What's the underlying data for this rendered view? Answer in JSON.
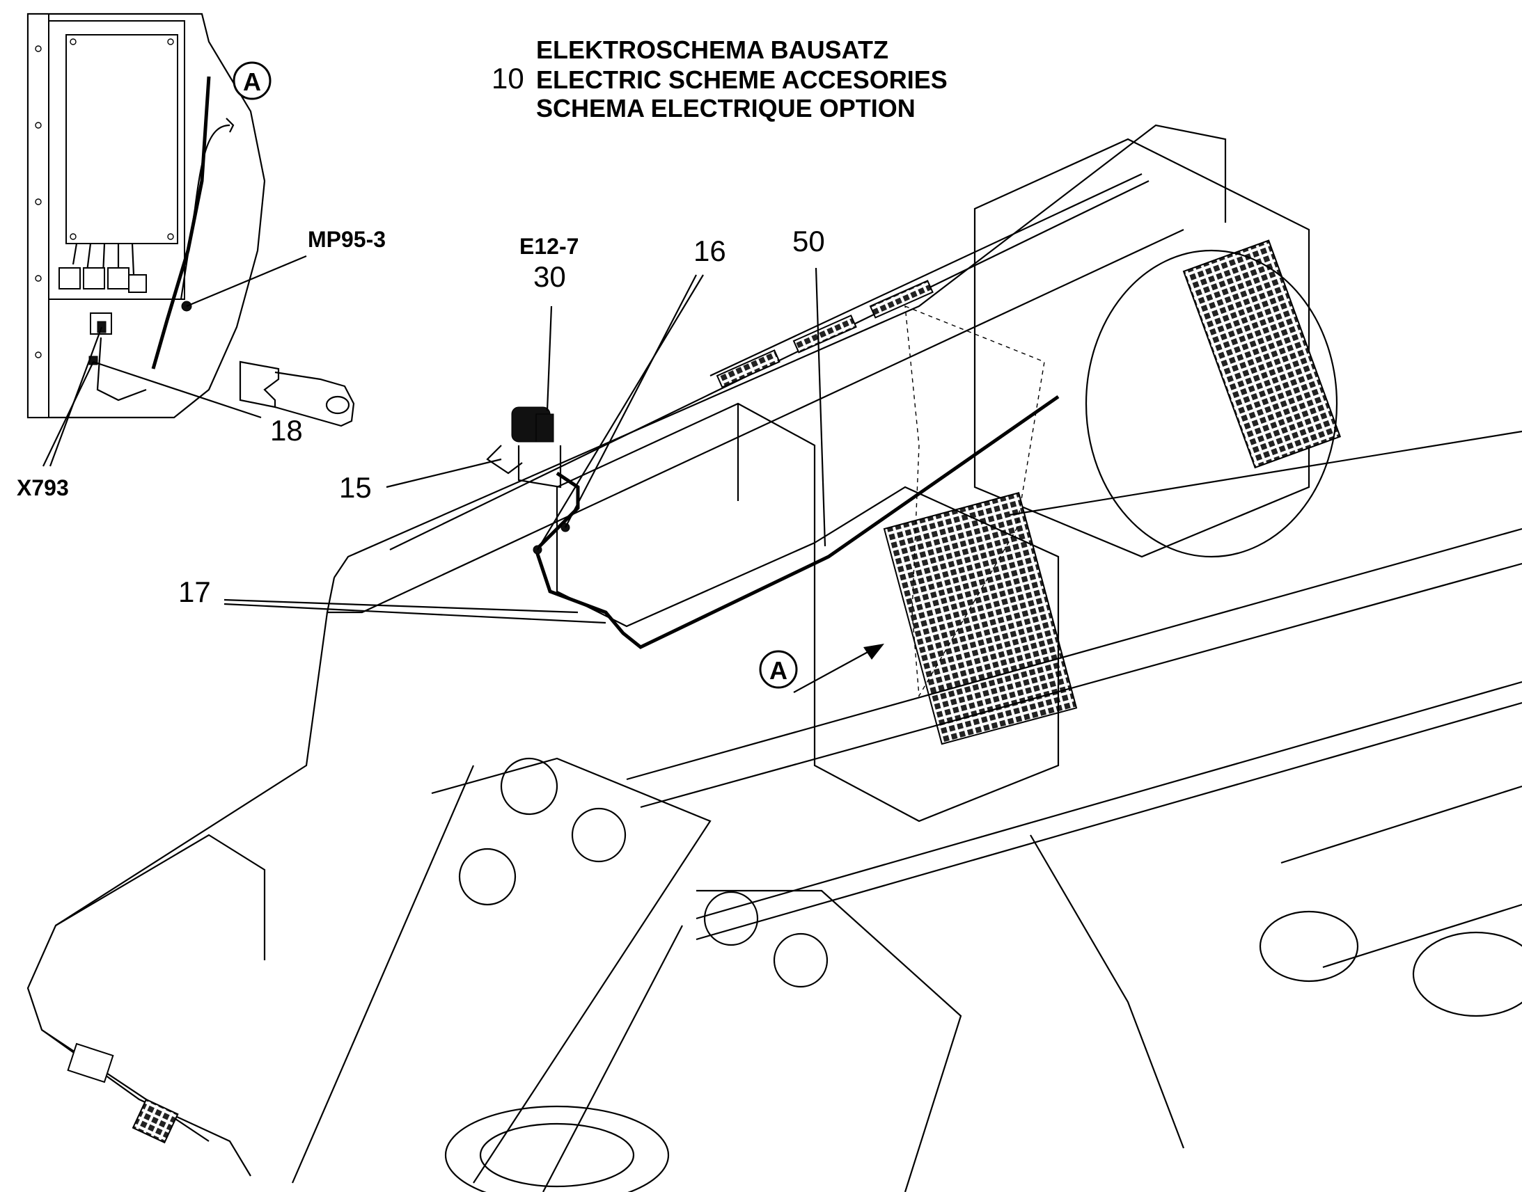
{
  "title": {
    "number": "10",
    "line1": "ELEKTROSCHEMA BAUSATZ",
    "line2": "ELECTRIC SCHEME ACCESORIES",
    "line3": "SCHEMA ELECTRIQUE OPTION"
  },
  "callouts": {
    "detail_a_inset": "A",
    "detail_a_main": "A",
    "mp95_3": "MP95-3",
    "x793": "X793",
    "e12_7": "E12-7",
    "n30": "30",
    "n16": "16",
    "n50": "50",
    "n18": "18",
    "n15": "15",
    "n17": "17"
  },
  "colors": {
    "line": "#000000",
    "background": "#ffffff"
  }
}
